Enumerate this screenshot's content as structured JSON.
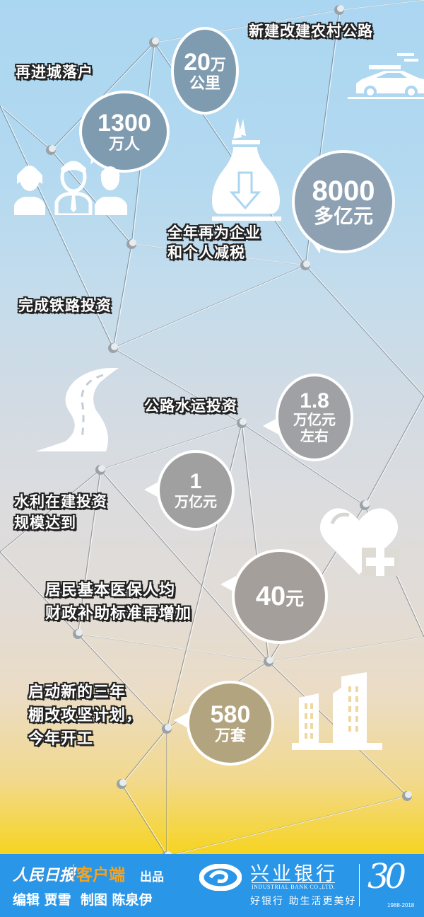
{
  "colors": {
    "bubble_blue": "#7f9bb0",
    "bubble_gray": "#9d9d9f",
    "bubble_warm": "#a8a19a",
    "bubble_gold": "#b3a580",
    "footer_bg": "#2a96e8",
    "brand_red": "#d7261f",
    "brand_orange": "#f7a21b"
  },
  "items": [
    {
      "label": "新建改建农村公路",
      "value": "20",
      "unit_inline": "万",
      "unit": "公里",
      "icon": "car-icon"
    },
    {
      "label": "再进城落户",
      "value": "1300",
      "unit": "万人",
      "icon": "people-icon"
    },
    {
      "label": "全年再为企业\n和个人减税",
      "value": "8000",
      "unit": "多亿元",
      "icon": "money-bag-icon"
    },
    {
      "label": "完成铁路投资"
    },
    {
      "label": "公路水运投资",
      "value": "1.8",
      "unit": "万亿元",
      "unit2": "左右",
      "icon": "road-icon"
    },
    {
      "label": "水利在建投资\n规模达到",
      "value": "1",
      "unit": "万亿元"
    },
    {
      "label": "居民基本医保人均\n财政补助标准再增加",
      "value": "40",
      "unit_inline": "元",
      "icon": "heart-plus-icon"
    },
    {
      "label": "启动新的三年\n棚改攻坚计划，\n今年开工",
      "value": "580",
      "unit": "万套",
      "icon": "building-icon"
    }
  ],
  "footer": {
    "publisher_logo": "人民日报",
    "client": "客户端",
    "produced": "出品",
    "credits": "编辑 贾雪  制图 陈泉伊",
    "bank_name": "兴业银行",
    "bank_en": "INDUSTRIAL BANK CO.,LTD.",
    "bank_slogan": "好银行 助生活更美好",
    "anniv_number": "30",
    "anniv_years": "1988-2018"
  }
}
